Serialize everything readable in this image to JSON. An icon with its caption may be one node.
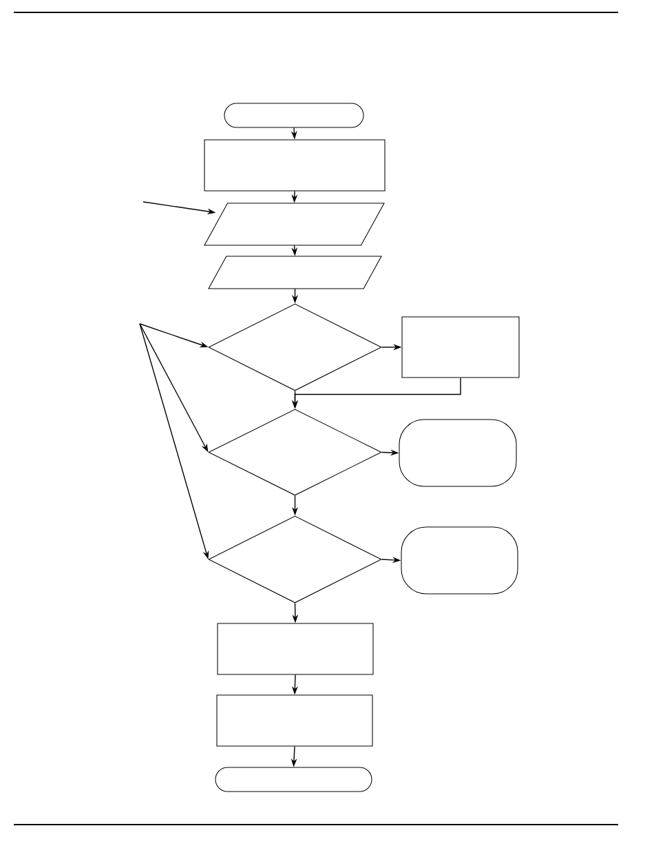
{
  "diagram": {
    "nodes": [
      {
        "text": [],
        "shape": "capsule"
      },
      {
        "text": [],
        "shape": "box"
      },
      {
        "text": [],
        "shape": "parallelogram"
      },
      {
        "text": [],
        "shape": "parallelogram"
      },
      {
        "text": [],
        "shape": "diamond"
      },
      {
        "text": [],
        "shape": "box"
      },
      {
        "text": [],
        "shape": "diamond"
      },
      {
        "text": [],
        "shape": "capsule"
      },
      {
        "text": [],
        "shape": "diamond"
      },
      {
        "text": [],
        "shape": "capsule"
      },
      {
        "text": [],
        "shape": "box"
      },
      {
        "text": [],
        "shape": "box"
      },
      {
        "text": [],
        "shape": "capsule"
      }
    ],
    "edges": [
      {
        "from": 0,
        "to": 1,
        "arrow": "to"
      },
      {
        "from": 1,
        "to": 2,
        "arrow": "to"
      },
      {
        "from": null,
        "to": 2,
        "arrow": "to"
      },
      {
        "from": 2,
        "to": 3,
        "arrow": "to"
      },
      {
        "from": 3,
        "to": 4,
        "arrow": "to"
      },
      {
        "from": null,
        "to": 4,
        "arrow": "to"
      },
      {
        "from": 4,
        "to": 5,
        "arrow": "to"
      },
      {
        "from": 5,
        "to": 6,
        "arrow": "to"
      },
      {
        "from": 4,
        "to": 6,
        "arrow": "to"
      },
      {
        "from": null,
        "to": 6,
        "arrow": "to"
      },
      {
        "from": 6,
        "to": 7,
        "arrow": "to"
      },
      {
        "from": 6,
        "to": 8,
        "arrow": "to"
      },
      {
        "from": null,
        "to": 8,
        "arrow": "to"
      },
      {
        "from": 8,
        "to": 9,
        "arrow": "to"
      },
      {
        "from": 8,
        "to": 10,
        "arrow": "to"
      },
      {
        "from": 10,
        "to": 11,
        "arrow": "to"
      },
      {
        "from": 11,
        "to": 12,
        "arrow": "to"
      }
    ]
  }
}
